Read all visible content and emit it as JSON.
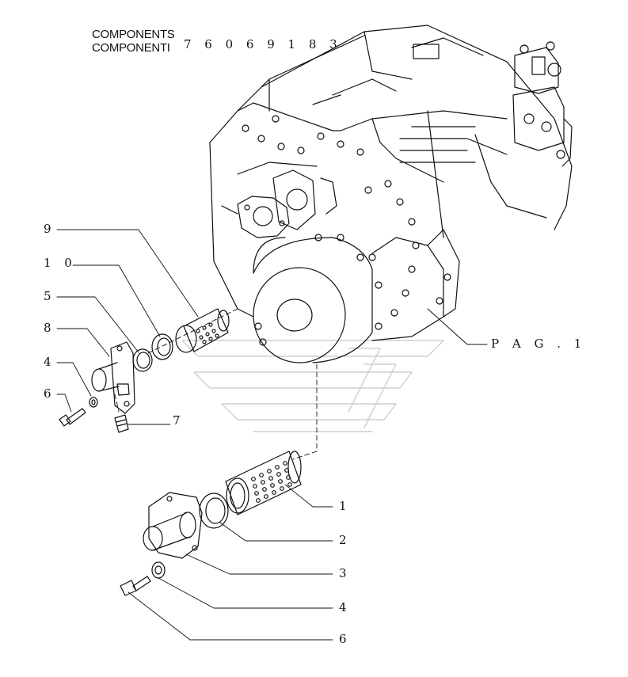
{
  "header": {
    "line1": "COMPONENTS",
    "line2": "COMPONENTI",
    "part_number": "7 6 0 6 9 1 8 3"
  },
  "callouts": {
    "c9": "9",
    "c10": "1 0",
    "c5": "5",
    "c8": "8",
    "c4_top": "4",
    "c6_top": "6",
    "c7": "7",
    "pag": "P A G . 1",
    "c1": "1",
    "c2": "2",
    "c3": "3",
    "c4_bottom": "4",
    "c6_bottom": "6"
  }
}
